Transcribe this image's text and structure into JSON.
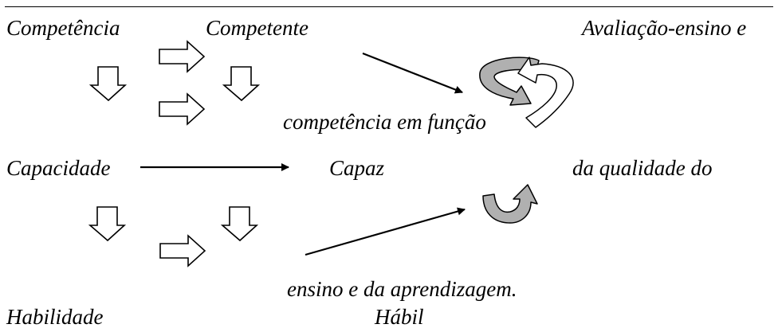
{
  "labels": {
    "competencia": "Competência",
    "competente": "Competente",
    "avaliacao": "Avaliação-ensino e",
    "competencia_funcao": "competência em função",
    "capacidade": "Capacidade",
    "capaz": "Capaz",
    "qualidade": "da qualidade do",
    "ensino_aprendizagem": "ensino e da aprendizagem.",
    "habilidade": "Habilidade",
    "habil": "Hábil"
  },
  "colors": {
    "ink": "#000000",
    "cycle_fill": "#b0b0b0",
    "block_fill": "#ffffff"
  },
  "icons": {
    "block_arrow_right": "hollow-right-arrow-icon",
    "block_arrow_down": "hollow-down-arrow-icon",
    "line_arrow": "line-arrow-icon",
    "cycle": "circular-cycle-arrow-icon",
    "u_turn": "u-turn-arrow-icon"
  }
}
